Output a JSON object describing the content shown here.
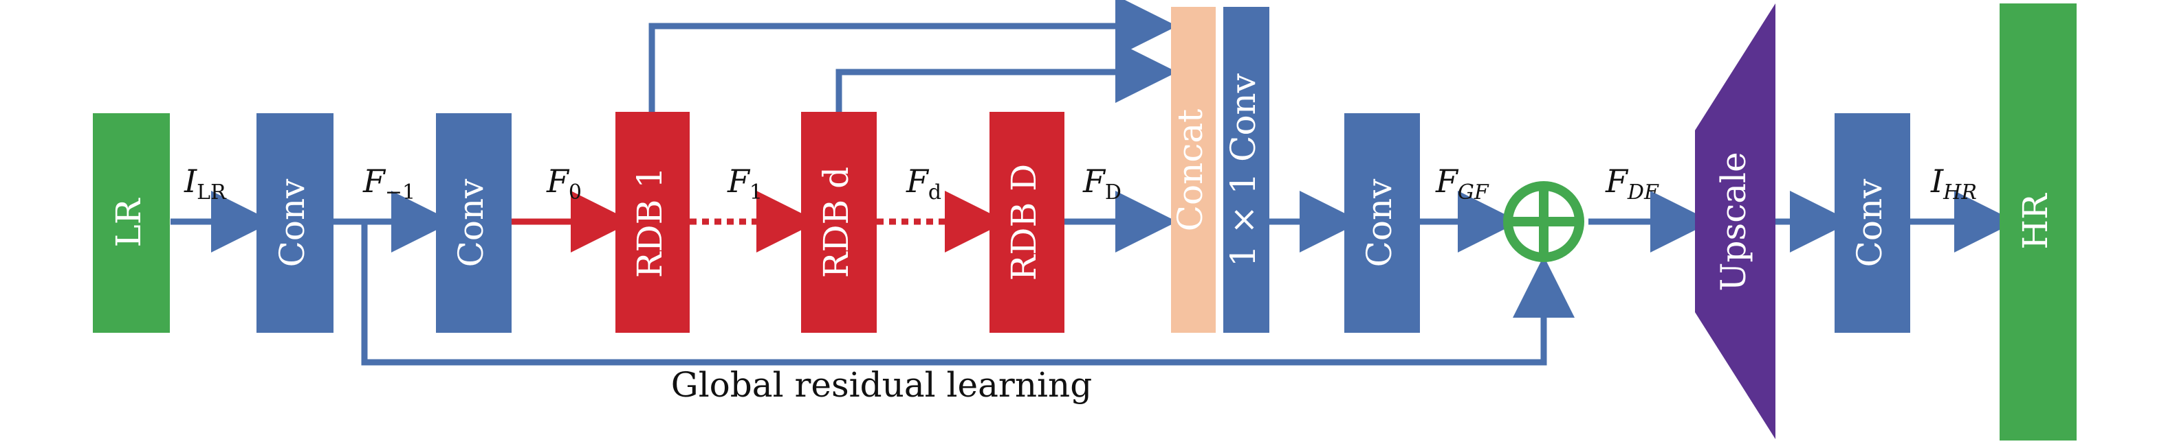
{
  "blocks": {
    "lr": "LR",
    "conv1": "Conv",
    "conv2": "Conv",
    "rdb1": "RDB 1",
    "rdbd": "RDB d",
    "rdbD": "RDB D",
    "concat": "Concat",
    "conv1x1": "1 × 1 Conv",
    "conv3": "Conv",
    "upscale": "Upscale",
    "conv4": "Conv",
    "hr": "HR"
  },
  "labels": {
    "ilr": {
      "main": "I",
      "sub": "LR"
    },
    "fm1": {
      "main": "F",
      "sub": "−1"
    },
    "f0": {
      "main": "F",
      "sub": "0"
    },
    "f1": {
      "main": "F",
      "sub": "1"
    },
    "fd": {
      "main": "F",
      "sub": "d"
    },
    "fD": {
      "main": "F",
      "sub": "D"
    },
    "fgf": {
      "main": "F",
      "sub": "GF"
    },
    "fdf": {
      "main": "F",
      "sub": "DF"
    },
    "ihr": {
      "main": "I",
      "sub": "HR"
    }
  },
  "caption": "Global residual learning",
  "colors": {
    "green": "#43a84f",
    "blue": "#4a70ad",
    "red": "#d0252f",
    "peach": "#f5c2a0",
    "purple": "#5b3290",
    "sum": "#43a84f"
  }
}
